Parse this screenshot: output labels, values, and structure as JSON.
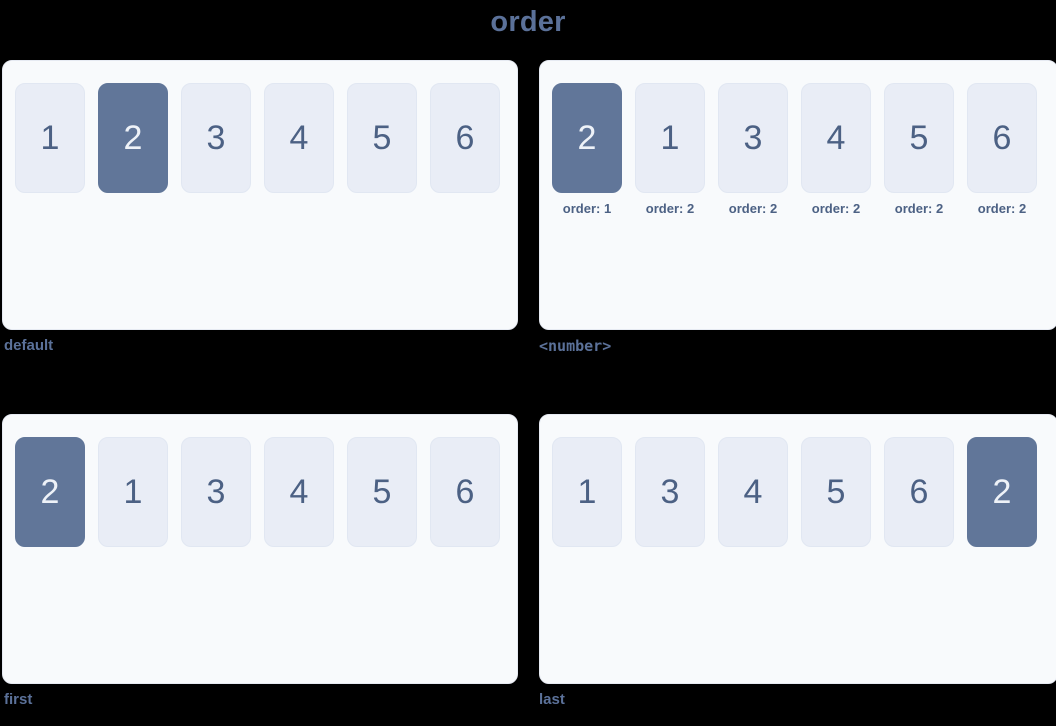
{
  "title": "order",
  "colors": {
    "background": "#000000",
    "card_bg": "#f8fafc",
    "card_border": "#e6eaf2",
    "box_bg": "#e9edf6",
    "box_border": "#e1e7f2",
    "box_text": "#4c6184",
    "highlight_bg": "#617699",
    "highlight_text": "#eef2f8",
    "label_text": "#5b7199"
  },
  "panels": [
    {
      "label": "default",
      "label_style": "text",
      "items": [
        {
          "value": "1",
          "highlight": false,
          "caption": ""
        },
        {
          "value": "2",
          "highlight": true,
          "caption": ""
        },
        {
          "value": "3",
          "highlight": false,
          "caption": ""
        },
        {
          "value": "4",
          "highlight": false,
          "caption": ""
        },
        {
          "value": "5",
          "highlight": false,
          "caption": ""
        },
        {
          "value": "6",
          "highlight": false,
          "caption": ""
        }
      ]
    },
    {
      "label": "<number>",
      "label_style": "mono",
      "items": [
        {
          "value": "2",
          "highlight": true,
          "caption": "order: 1"
        },
        {
          "value": "1",
          "highlight": false,
          "caption": "order: 2"
        },
        {
          "value": "3",
          "highlight": false,
          "caption": "order: 2"
        },
        {
          "value": "4",
          "highlight": false,
          "caption": "order: 2"
        },
        {
          "value": "5",
          "highlight": false,
          "caption": "order: 2"
        },
        {
          "value": "6",
          "highlight": false,
          "caption": "order: 2"
        }
      ]
    },
    {
      "label": "first",
      "label_style": "text",
      "items": [
        {
          "value": "2",
          "highlight": true,
          "caption": ""
        },
        {
          "value": "1",
          "highlight": false,
          "caption": ""
        },
        {
          "value": "3",
          "highlight": false,
          "caption": ""
        },
        {
          "value": "4",
          "highlight": false,
          "caption": ""
        },
        {
          "value": "5",
          "highlight": false,
          "caption": ""
        },
        {
          "value": "6",
          "highlight": false,
          "caption": ""
        }
      ]
    },
    {
      "label": "last",
      "label_style": "text",
      "items": [
        {
          "value": "1",
          "highlight": false,
          "caption": ""
        },
        {
          "value": "3",
          "highlight": false,
          "caption": ""
        },
        {
          "value": "4",
          "highlight": false,
          "caption": ""
        },
        {
          "value": "5",
          "highlight": false,
          "caption": ""
        },
        {
          "value": "6",
          "highlight": false,
          "caption": ""
        },
        {
          "value": "2",
          "highlight": true,
          "caption": ""
        }
      ]
    }
  ]
}
